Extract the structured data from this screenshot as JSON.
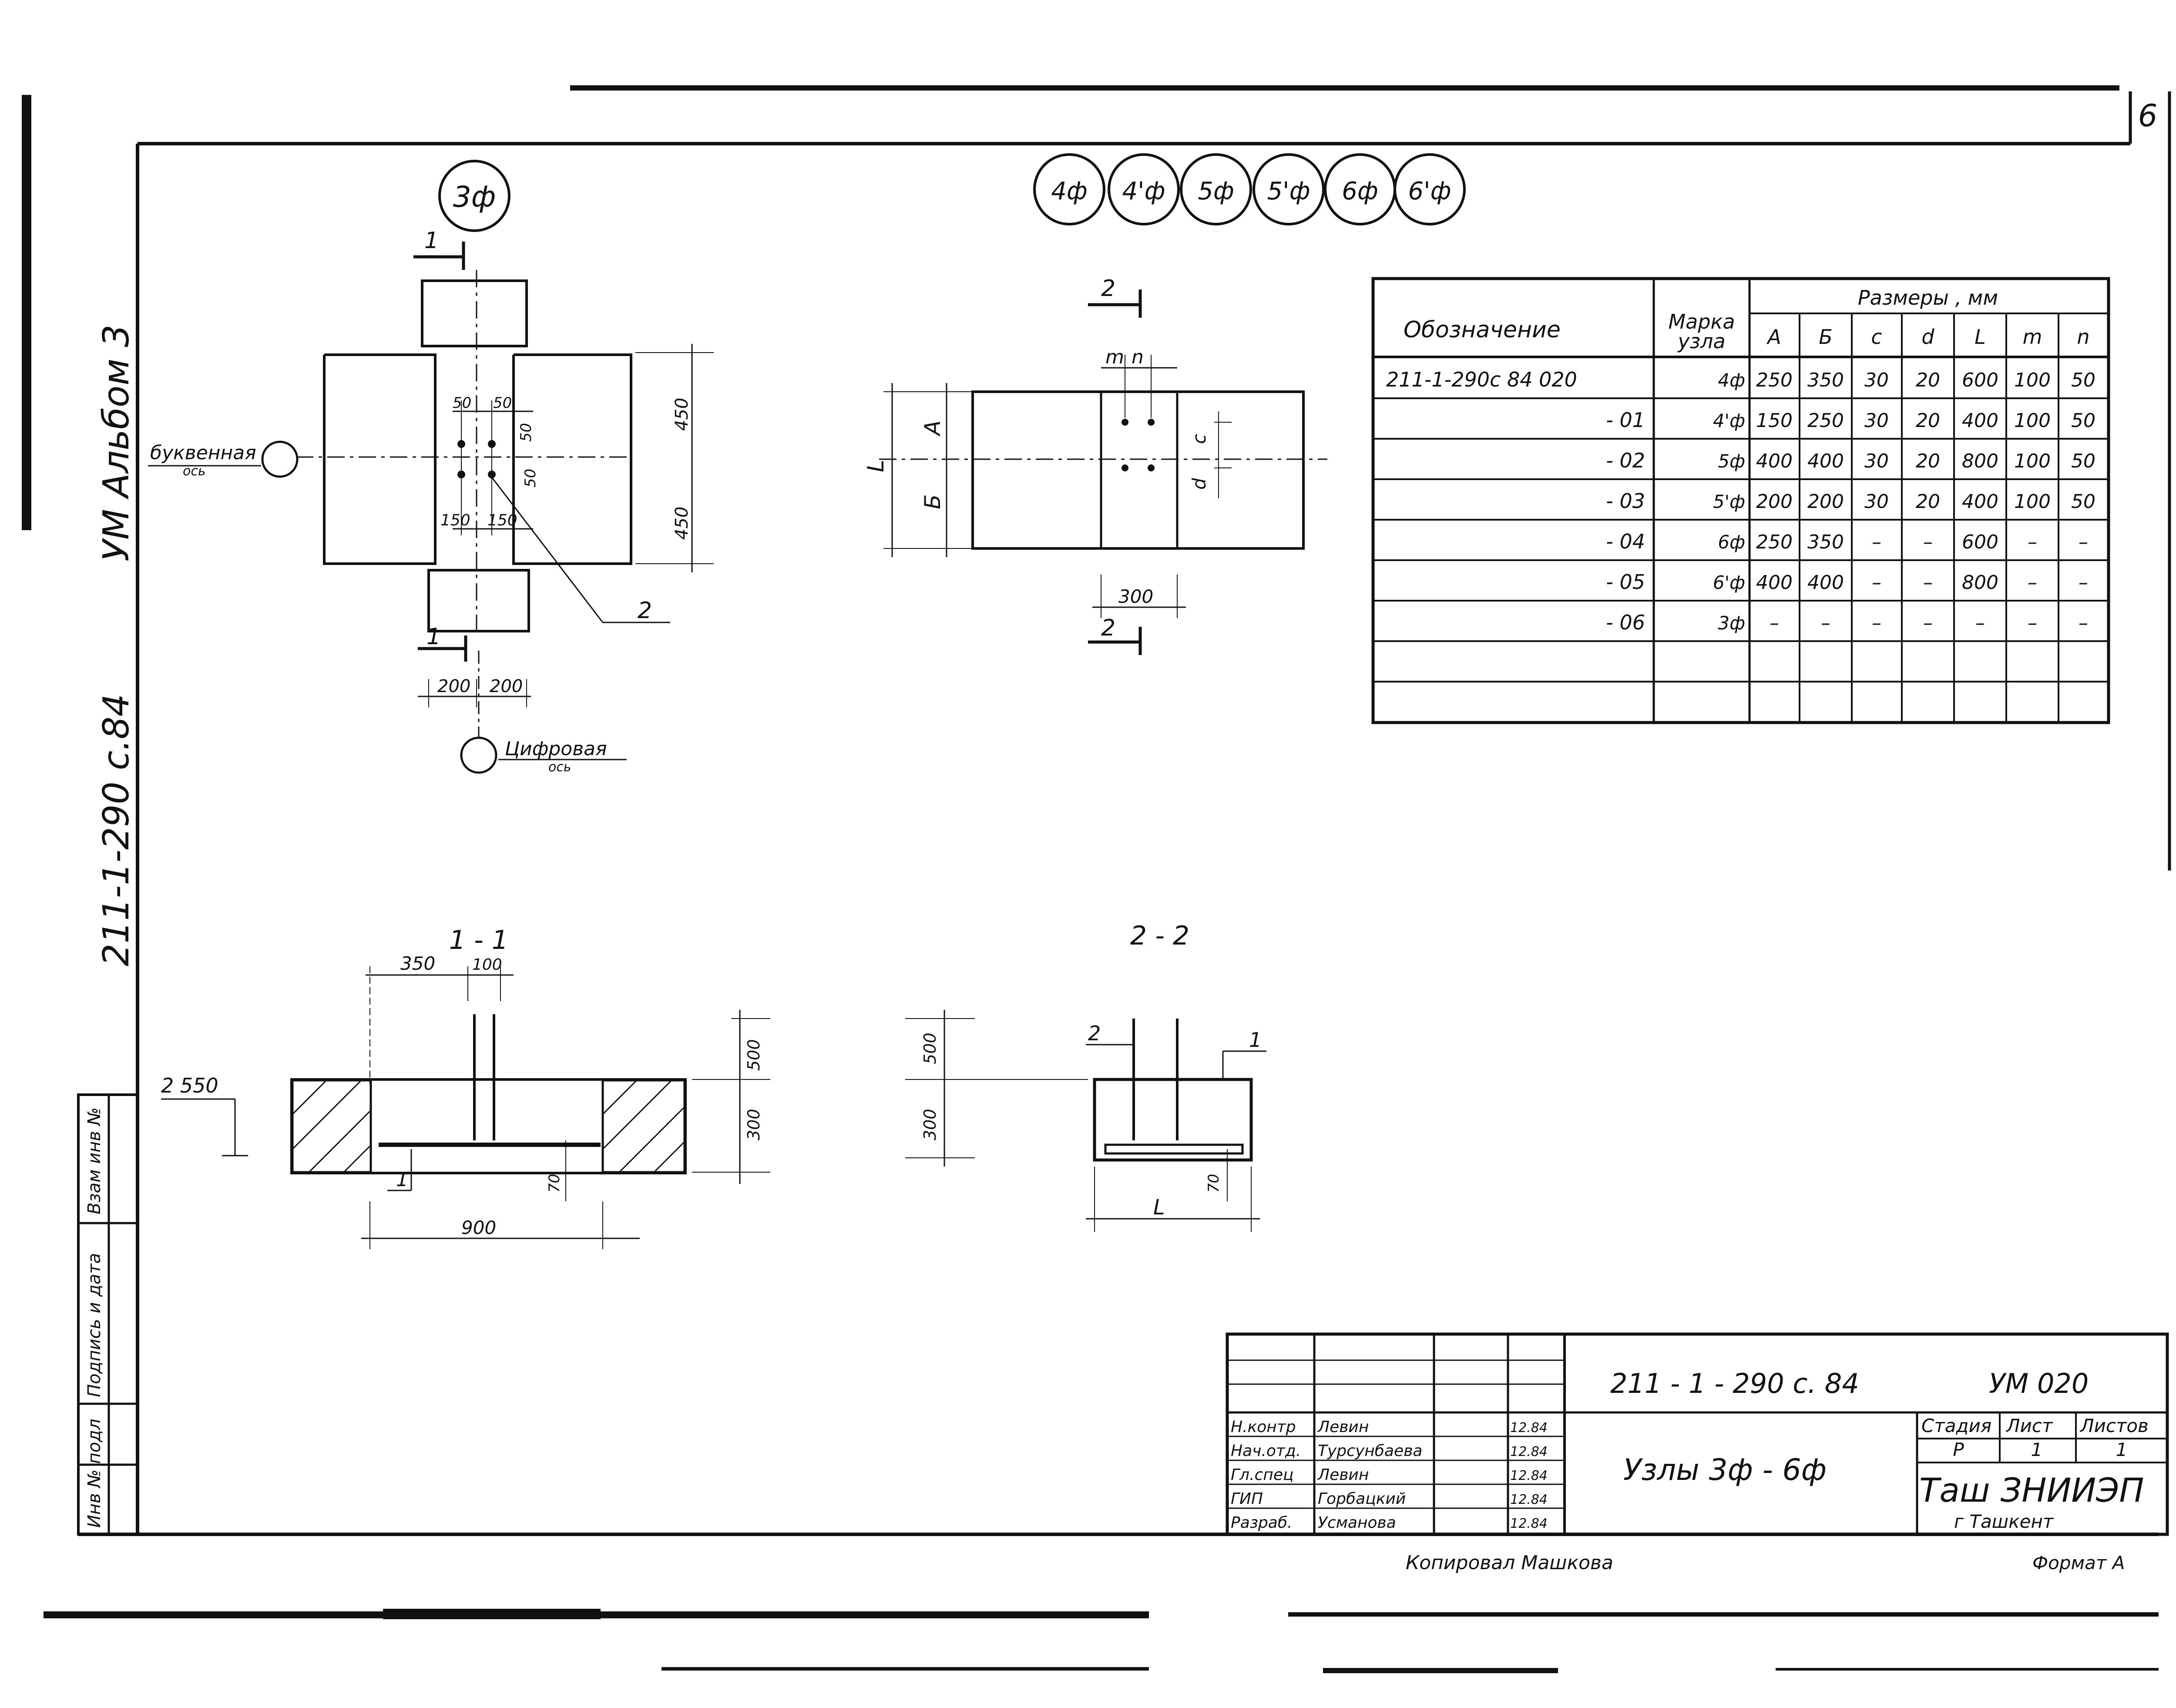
{
  "sheet_number": "6",
  "side_text": {
    "album": "УМ  Альбом 3",
    "code": "211-1-290 с.84"
  },
  "side_stamp": {
    "col1": "Взам инв №",
    "col2": "Подпись и дата",
    "col3": "Инв № подл"
  },
  "node_marks": {
    "main": "3ф",
    "list": [
      "4ф",
      "4'ф",
      "5ф",
      "5'ф",
      "6ф",
      "6'ф"
    ]
  },
  "plan_left": {
    "section_mark_top": "1",
    "section_mark_bottom": "1",
    "leader_label": "2",
    "letter_axis": "буквенная",
    "letter_axis_sub": "ось",
    "digit_axis": "Цифровая",
    "digit_axis_sub": "ось",
    "dims": {
      "d50a": "50",
      "d50b": "50",
      "d50c": "50",
      "d50d": "50",
      "d150a": "150",
      "d150b": "150",
      "d450a": "450",
      "d450b": "450",
      "d200a": "200",
      "d200b": "200"
    }
  },
  "plan_right": {
    "section_mark_top": "2",
    "section_mark_bottom": "2",
    "dim_m": "m",
    "dim_n": "n",
    "dim_L": "L",
    "dim_A": "A",
    "dim_B": "Б",
    "dim_c": "c",
    "dim_d": "d",
    "dim_300": "300"
  },
  "section_1": {
    "title": "1 - 1",
    "dim_350": "350",
    "dim_100": "100",
    "level": "2 550",
    "dim_500": "500",
    "dim_300": "300",
    "dim_70": "70",
    "dim_900": "900",
    "pos_1": "1"
  },
  "section_2": {
    "title": "2 - 2",
    "dim_500": "500",
    "dim_300": "300",
    "pos_1": "1",
    "pos_2": "2",
    "dim_70": "70",
    "dim_L": "L"
  },
  "table": {
    "col_designation": "Обозначение",
    "col_mark": "Марка",
    "col_mark_sub": "узла",
    "col_sizes": "Размеры , мм",
    "size_cols": [
      "A",
      "Б",
      "c",
      "d",
      "L",
      "m",
      "n"
    ],
    "rows": [
      {
        "designation": "211-1-290с 84  020",
        "mark": "4ф",
        "values": [
          "250",
          "350",
          "30",
          "20",
          "600",
          "100",
          "50"
        ]
      },
      {
        "designation": "- 01",
        "mark": "4'ф",
        "values": [
          "150",
          "250",
          "30",
          "20",
          "400",
          "100",
          "50"
        ]
      },
      {
        "designation": "- 02",
        "mark": "5ф",
        "values": [
          "400",
          "400",
          "30",
          "20",
          "800",
          "100",
          "50"
        ]
      },
      {
        "designation": "- 03",
        "mark": "5'ф",
        "values": [
          "200",
          "200",
          "30",
          "20",
          "400",
          "100",
          "50"
        ]
      },
      {
        "designation": "- 04",
        "mark": "6ф",
        "values": [
          "250",
          "350",
          "–",
          "–",
          "600",
          "–",
          "–"
        ]
      },
      {
        "designation": "- 05",
        "mark": "6'ф",
        "values": [
          "400",
          "400",
          "–",
          "–",
          "800",
          "–",
          "–"
        ]
      },
      {
        "designation": "- 06",
        "mark": "3ф",
        "values": [
          "–",
          "–",
          "–",
          "–",
          "–",
          "–",
          "–"
        ]
      }
    ]
  },
  "title_block": {
    "doc_code": "211 - 1 - 290 с. 84",
    "doc_suffix": "УМ  020",
    "title": "Узлы  3ф - 6ф",
    "stage_label": "Стадия",
    "sheet_label": "Лист",
    "sheets_label": "Листов",
    "stage": "Р",
    "sheet": "1",
    "sheets": "1",
    "org": "Таш ЗНИИЭП",
    "city": "г Ташкент",
    "people": [
      {
        "role": "Н.контр",
        "name": "Левин",
        "date": "12.84"
      },
      {
        "role": "Нач.отд.",
        "name": "Турсунбаева",
        "date": "12.84"
      },
      {
        "role": "Гл.спец",
        "name": "Левин",
        "date": "12.84"
      },
      {
        "role": "ГИП",
        "name": "Горбацкий",
        "date": "12.84"
      },
      {
        "role": "Разраб.",
        "name": "Усманова",
        "date": "12.84"
      }
    ]
  },
  "copied": "Копировал  Машкова",
  "format": "Формат А"
}
